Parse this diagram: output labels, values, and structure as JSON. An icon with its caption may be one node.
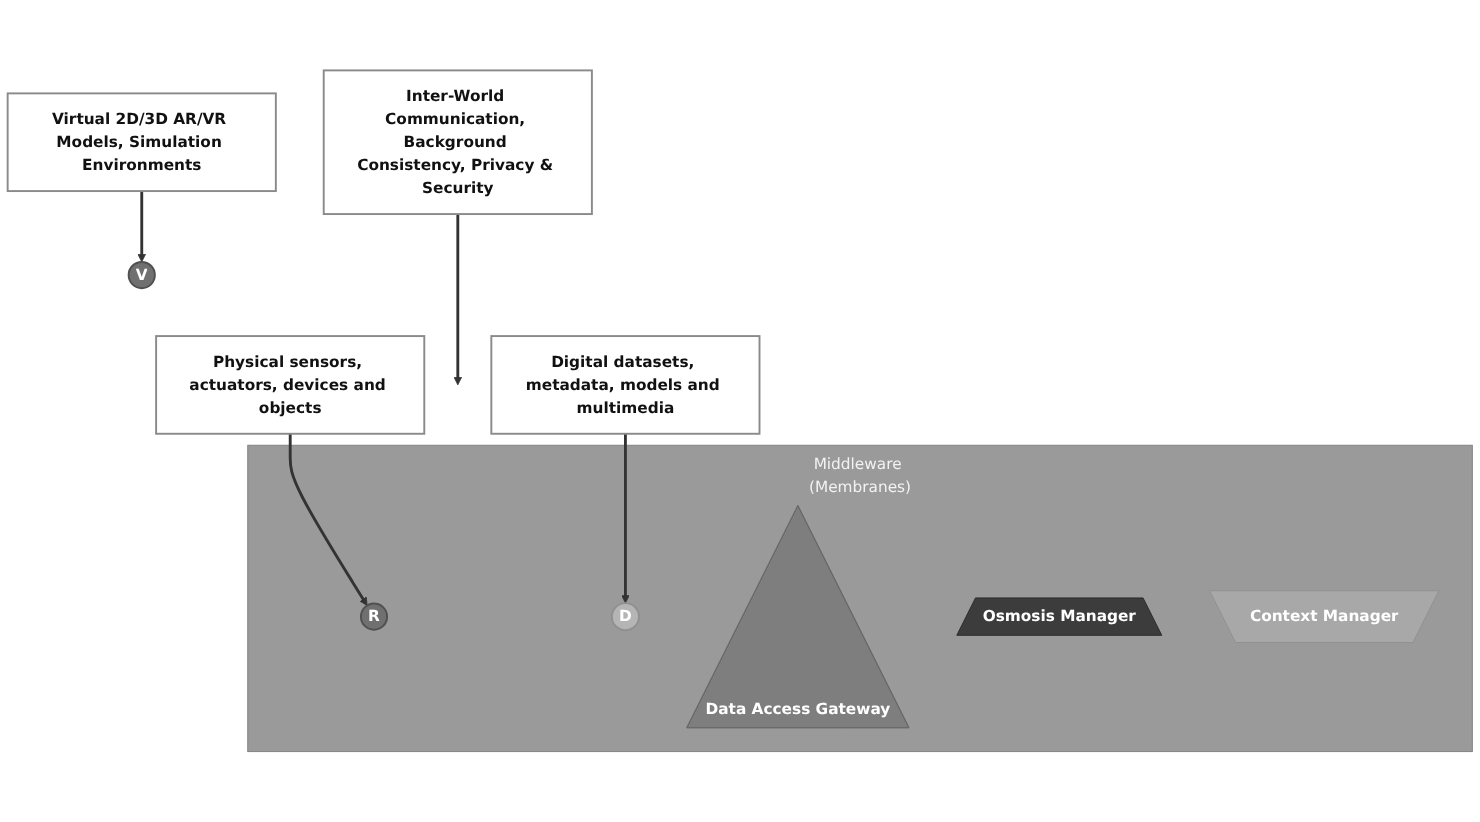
{
  "diagram": {
    "nodes": [
      {
        "text": [
          "Physical sensors, actuators, devices and objects"
        ]
      },
      {
        "text": [
          "Digital datasets, metadata, models and multimedia"
        ]
      },
      {
        "text": [
          "Middleware (Membranes)"
        ]
      },
      {
        "text": [
          "R"
        ],
        "in": 2
      },
      {
        "text": [
          "D"
        ],
        "in": 2
      },
      {
        "text": [
          "Data Access Gateway"
        ],
        "in": 2
      },
      {
        "text": [
          "Osmosis Manager"
        ],
        "in": 2
      },
      {
        "text": [
          "Context Manager"
        ],
        "in": 2
      },
      {
        "text": [
          "V"
        ]
      },
      {
        "text": [
          "Inter-World Communication, Background Consistency, Privacy & Security"
        ]
      },
      {
        "text": [
          "Virtual 2D/3D AR/VR Models, Simulation Environments"
        ]
      }
    ],
    "edges": [
      {
        "from": 0,
        "to": 3,
        "arrow": "to"
      },
      {
        "from": 1,
        "to": 4,
        "arrow": "to"
      },
      {
        "from": 9,
        "to": 2,
        "arrow": "to"
      },
      {
        "from": 10,
        "to": 8,
        "arrow": "to"
      }
    ]
  }
}
